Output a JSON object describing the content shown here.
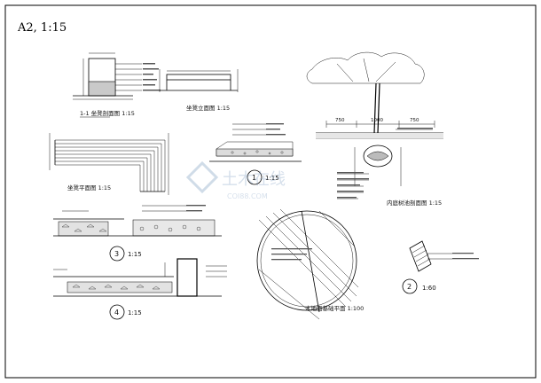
{
  "sheet": {
    "title": "A2,  1:15",
    "watermark_text": "土木在线",
    "watermark_url": "COI88.COM"
  },
  "details": {
    "section_1_1": {
      "caption": "1-1 坐凳剖面图  1:15"
    },
    "bench_elevation": {
      "caption": "坐凳立面图  1:15"
    },
    "bench_plan": {
      "caption": "坐凳平面图  1:15"
    },
    "detail_1": {
      "number": "1",
      "scale": "1:15"
    },
    "detail_2": {
      "number": "2",
      "scale": "1:60"
    },
    "detail_3": {
      "number": "3",
      "scale": "1:15"
    },
    "detail_4": {
      "number": "4",
      "scale": "1:15"
    },
    "tree_pit": {
      "caption": "内庭树池剖面图  1:15",
      "dim_left": "750",
      "dim_mid": "1000",
      "dim_right": "750"
    },
    "wood_deck": {
      "caption": "木地面基础平面  1:100"
    }
  }
}
